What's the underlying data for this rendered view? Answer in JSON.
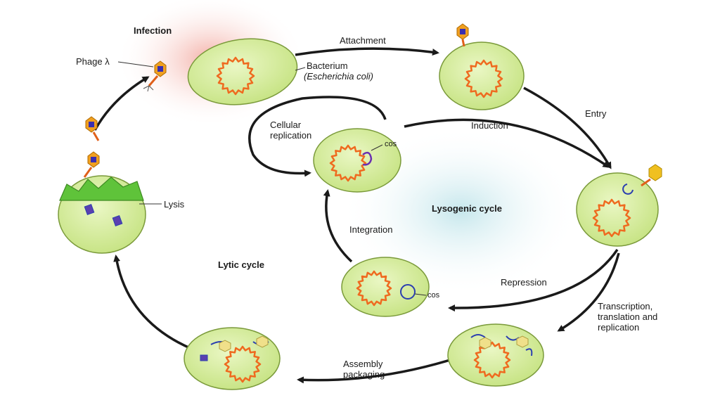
{
  "labels": {
    "infection": "Infection",
    "attachment": "Attachment",
    "phage": "Phage λ",
    "bacterium": "Bacterium",
    "ecoli": "(Escherichia coli)",
    "entry": "Entry",
    "cellular_replication": "Cellular\nreplication",
    "induction": "Induction",
    "cos_top": "cos",
    "lysis": "Lysis",
    "lysogenic_cycle": "Lysogenic cycle",
    "integration": "Integration",
    "lytic_cycle": "Lytic cycle",
    "cos_bottom": "cos",
    "repression": "Repression",
    "transcription": "Transcription,\ntranslation and\nreplication",
    "assembly": "Assembly\npackaging"
  },
  "colors": {
    "cell_fill": "#d6eea0",
    "cell_stroke": "#7a9a3a",
    "chromosome": "#ef6a1f",
    "phage_dna": "#2b3fb0",
    "phage_head": "#f0a020",
    "arrow": "#1a1a1a",
    "infection_glow": "#f4a8a0",
    "lysogenic_glow": "#cfe9ee"
  }
}
